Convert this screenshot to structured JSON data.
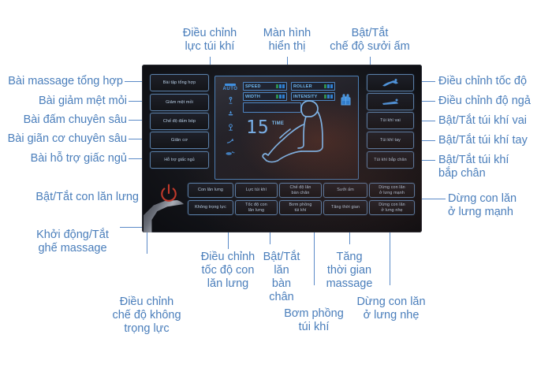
{
  "diagram": {
    "title": "Massage chair remote control panel annotated diagram",
    "accent_color": "#4a7ebb",
    "line_color": "#5b8ac7",
    "panel_color": "#15161b",
    "power_color": "#c0392b",
    "screen_accent": "#4c7fb5"
  },
  "callouts": {
    "top": [
      {
        "id": "air-pressure",
        "text": "Điều chỉnh\nlực túi khí"
      },
      {
        "id": "display",
        "text": "Màn hình\nhiển thị"
      },
      {
        "id": "heat-toggle",
        "text": "Bật/Tắt\nchế độ sưởi ấm"
      }
    ],
    "left": [
      {
        "id": "program-full-body",
        "text": "Bài massage tổng hợp"
      },
      {
        "id": "program-fatigue",
        "text": "Bài giảm mệt mỏi"
      },
      {
        "id": "program-tapping",
        "text": "Bài đấm chuyên sâu"
      },
      {
        "id": "program-stretch",
        "text": "Bài giãn cơ chuyên sâu"
      },
      {
        "id": "program-sleep",
        "text": "Bài hỗ trợ giấc ngủ"
      },
      {
        "id": "back-roller-toggle",
        "text": "Bật/Tắt con lăn lưng"
      },
      {
        "id": "power",
        "text": "Khởi động/Tắt\nghế massage"
      }
    ],
    "right": [
      {
        "id": "speed-adjust",
        "text": "Điều chỉnh tốc độ"
      },
      {
        "id": "recline-adjust",
        "text": "Điều chỉnh độ ngả"
      },
      {
        "id": "shoulder-airbag",
        "text": "Bật/Tắt túi khí vai"
      },
      {
        "id": "arm-airbag",
        "text": "Bật/Tắt túi khí tay"
      },
      {
        "id": "calf-airbag",
        "text": "Bật/Tắt túi khí\nbắp chân"
      },
      {
        "id": "stop-roller-strong",
        "text": "Dừng con lăn\nở lưng mạnh"
      }
    ],
    "bottom": [
      {
        "id": "zero-gravity",
        "text": "Điều chỉnh\nchế độ không\ntrọng lực"
      },
      {
        "id": "roller-speed",
        "text": "Điều chỉnh\ntốc độ con\nlăn lưng"
      },
      {
        "id": "foot-roller",
        "text": "Bật/Tắt\nlăn\nbàn\nchân"
      },
      {
        "id": "airbag-pump",
        "text": "Bơm phồng\ntúi khí"
      },
      {
        "id": "time-increase",
        "text": "Tăng\nthời gian\nmassage"
      },
      {
        "id": "stop-roller-light",
        "text": "Dừng con lăn\nở lưng nhẹ"
      }
    ]
  },
  "panel": {
    "left_buttons": [
      {
        "id": "btn-full-body",
        "label": "Bài tập tổng hợp"
      },
      {
        "id": "btn-fatigue",
        "label": "Giảm mệt mỏi"
      },
      {
        "id": "btn-tapping",
        "label": "Chế độ đấm bóp"
      },
      {
        "id": "btn-stretch",
        "label": "Giãn cơ"
      },
      {
        "id": "btn-sleep",
        "label": "Hỗ trợ giấc ngủ"
      }
    ],
    "right_buttons": [
      {
        "id": "btn-speed",
        "label": "",
        "icon": "recline-up-icon"
      },
      {
        "id": "btn-recline",
        "label": "",
        "icon": "recline-down-icon"
      },
      {
        "id": "btn-shoulder-airbag",
        "label": "Túi khí vai",
        "icon": ""
      },
      {
        "id": "btn-arm-airbag",
        "label": "Túi khí tay",
        "icon": ""
      },
      {
        "id": "btn-calf-airbag",
        "label": "Túi khí bắp chân",
        "icon": ""
      }
    ],
    "bottom_row_top": [
      {
        "id": "btn-back-roller",
        "label": "Con lăn lưng"
      },
      {
        "id": "btn-air-force",
        "label": "Lực túi khí"
      },
      {
        "id": "btn-foot-roller-mode",
        "label": "Chế độ lăn\nbàn chân"
      },
      {
        "id": "btn-heat",
        "label": "Sưởi ấm"
      },
      {
        "id": "btn-stop-strong",
        "label": "Dừng con lăn\nở lưng mạnh"
      }
    ],
    "bottom_row_bottom": [
      {
        "id": "btn-zero-gravity",
        "label": "Không trọng lực"
      },
      {
        "id": "btn-roller-speed",
        "label": "Tốc độ con\nlăn lưng"
      },
      {
        "id": "btn-pump",
        "label": "Bơm phồng\ntúi khí"
      },
      {
        "id": "btn-time",
        "label": "Tăng thời gian"
      },
      {
        "id": "btn-stop-light",
        "label": "Dừng con lăn\nở lưng nhẹ"
      }
    ],
    "power_button": {
      "id": "btn-power",
      "icon": "power-icon"
    }
  },
  "screen": {
    "auto_label": "AUTO",
    "time_value": "15",
    "time_label": "TIME",
    "meters": [
      {
        "id": "speed-meter",
        "label": "SPEED",
        "level": 3,
        "max": 4
      },
      {
        "id": "roller-meter",
        "label": "ROLLER",
        "level": 3,
        "max": 4
      },
      {
        "id": "width-meter",
        "label": "WIDTH",
        "level": 3,
        "max": 4
      },
      {
        "id": "intensity-meter",
        "label": "INTENSITY",
        "level": 3,
        "max": 4
      }
    ],
    "mode_icons": [
      "neck-icon",
      "shoulder-icon",
      "waist-icon",
      "leg-icon",
      "foot-icon"
    ],
    "figure_icon": "seated-person-icon",
    "hands_icon": "hands-icon"
  }
}
